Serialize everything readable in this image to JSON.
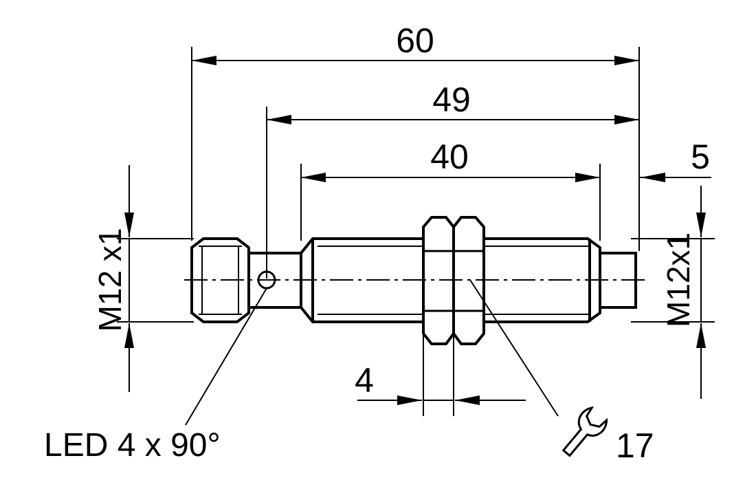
{
  "dimensions": {
    "overall_length": "60",
    "from_led": "49",
    "thread_length": "40",
    "tip_length": "5",
    "nut_thickness": "4"
  },
  "thread_left": "M12 x1",
  "thread_right": "M12x1",
  "led_label": "LED 4 x 90°",
  "wrench_size": "17",
  "icons": [
    "wrench-icon"
  ]
}
